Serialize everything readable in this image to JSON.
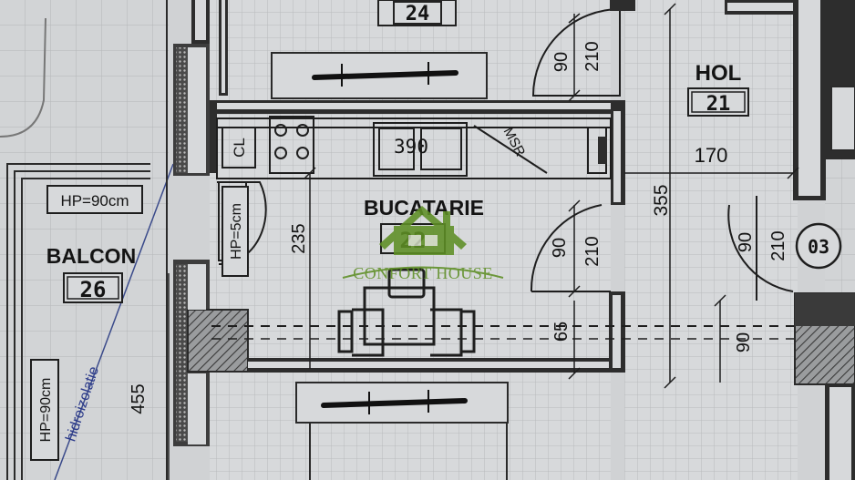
{
  "rooms": {
    "bucatarie": {
      "name": "BUCATARIE",
      "number": "22"
    },
    "balcon": {
      "name": "BALCON",
      "number": "26"
    },
    "hol": {
      "name": "HOL",
      "number": "21"
    },
    "top_room": {
      "number": "24"
    },
    "right_circle": {
      "number": "03"
    }
  },
  "labels": {
    "cl": "CL",
    "sink": "390",
    "msr": "MSR",
    "hp_balcon": "HP=90cm",
    "hp_kitchen": "HP=5cm",
    "hp_lower": "HP=90cm",
    "hidroizolatie": "hidroizolatie"
  },
  "dimensions": {
    "d_90_top": "90",
    "d_210_top": "210",
    "d_170": "170",
    "d_355": "355",
    "d_235": "235",
    "d_90_kitchen_door": "90",
    "d_210_kitchen_door": "210",
    "d_90_hol_door": "90",
    "d_210_hol_door": "210",
    "d_65": "65",
    "d_90_right": "90",
    "d_455": "455"
  },
  "watermark": {
    "text": "CONFORT HOUSE",
    "color": "#5e8f25"
  },
  "colors": {
    "paper": "#d4d6d8",
    "wall": "#2a2a2a",
    "tile": "#b6b8ba",
    "hatch": "#444444"
  }
}
